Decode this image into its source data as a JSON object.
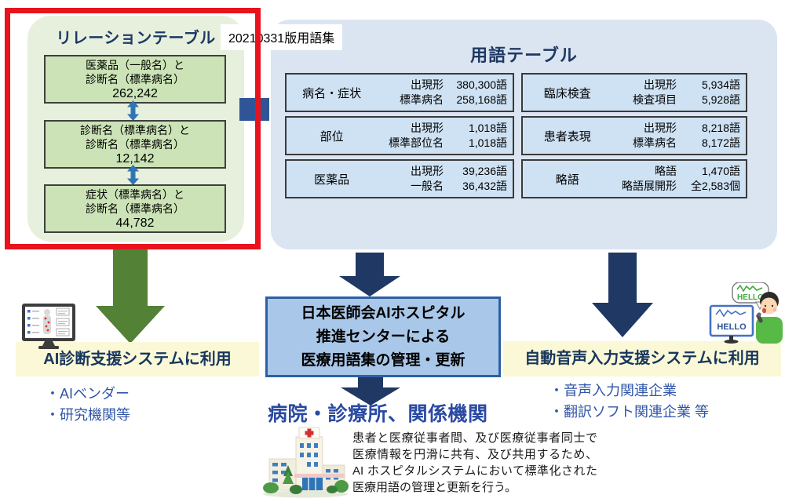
{
  "relation_panel": {
    "title": "リレーションテーブル",
    "boxes": [
      {
        "line1": "医薬品（一般名）と",
        "line2": "診断名（標準病名）",
        "value": "262,242"
      },
      {
        "line1": "診断名（標準病名）と",
        "line2": "診断名（標準病名）",
        "value": "12,142"
      },
      {
        "line1": "症状（標準病名）と",
        "line2": "診断名（標準病名）",
        "value": "44,782"
      }
    ]
  },
  "version_label": "20210331版用語集",
  "term_panel": {
    "title": "用語テーブル",
    "cells": [
      {
        "category": "病名・症状",
        "rows": [
          {
            "label": "出現形",
            "value": "380,300語"
          },
          {
            "label": "標準病名",
            "value": "258,168語"
          }
        ]
      },
      {
        "category": "臨床検査",
        "rows": [
          {
            "label": "出現形",
            "value": "5,934語"
          },
          {
            "label": "検査項目",
            "value": "5,928語"
          }
        ]
      },
      {
        "category": "部位",
        "rows": [
          {
            "label": "出現形",
            "value": "1,018語"
          },
          {
            "label": "標準部位名",
            "value": "1,018語"
          }
        ]
      },
      {
        "category": "患者表現",
        "rows": [
          {
            "label": "出現形",
            "value": "8,218語"
          },
          {
            "label": "標準病名",
            "value": "8,172語"
          }
        ]
      },
      {
        "category": "医薬品",
        "rows": [
          {
            "label": "出現形",
            "value": "39,236語"
          },
          {
            "label": "一般名",
            "value": "36,432語"
          }
        ]
      },
      {
        "category": "略語",
        "rows": [
          {
            "label": "略語",
            "value": "1,470語"
          },
          {
            "label": "略語展開形",
            "value": "全2,583個"
          }
        ]
      }
    ]
  },
  "center": {
    "box_lines": [
      "日本医師会AIホスピタル",
      "推進センターによる",
      "医療用語集の管理・更新"
    ],
    "recipients_title": "病院・診療所、関係機関",
    "description": "患者と医療従事者間、及び医療従事者同士で医療情報を円滑に共有、及び共用するため、 AI ホスピタルシステムにおいて標準化された医療用語の管理と更新を行う。"
  },
  "left_usage": {
    "label": "AI診断支援システムに利用",
    "bullets": [
      "・AIベンダー",
      "・研究機関等"
    ]
  },
  "right_usage": {
    "label": "自動音声入力支援システムに利用",
    "bullets": [
      "・音声入力関連企業",
      "・翻訳ソフト関連企業 等"
    ]
  },
  "icons": {
    "speech_bubble_text": "HELLO",
    "voice_monitor_text": "HELLO"
  },
  "colors": {
    "highlight_red": "#e8131d",
    "navy": "#1f3864",
    "relation_panel_bg": "#e6f0dd",
    "relation_box_bg": "#cbe3b6",
    "relation_arrow_blue": "#2e75b6",
    "term_panel_bg": "#dbe5f1",
    "term_cell_bg": "#cfe2f4",
    "center_box_bg": "#a9c7e8",
    "center_box_border": "#2e5fa3",
    "usage_label_bg": "#fbf8d7",
    "bullet_blue": "#2f55a8",
    "green_arrow": "#538135",
    "connector_blue": "#2f5597"
  }
}
